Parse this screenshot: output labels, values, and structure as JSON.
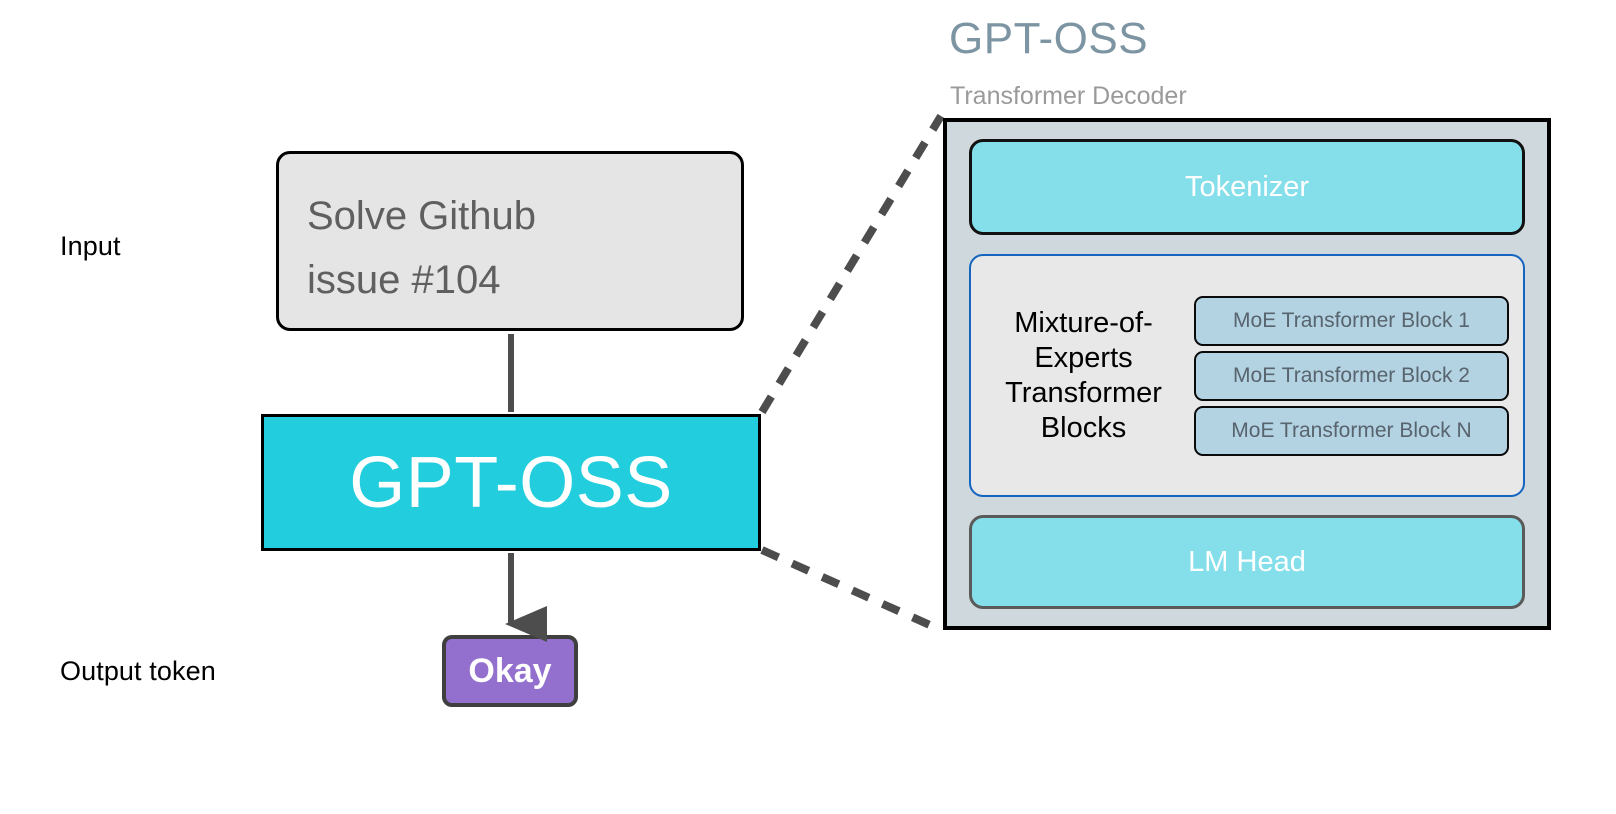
{
  "flow": {
    "input_label": "Input",
    "output_label": "Output token",
    "input_prompt_lines": [
      "Solve Github",
      "issue #104"
    ],
    "model_name": "GPT-OSS",
    "output_token": "Okay"
  },
  "detail": {
    "title": "GPT-OSS",
    "subtitle": "Transformer Decoder",
    "tokenizer_label": "Tokenizer",
    "moe_group_label": "Mixture-of-Experts Transformer Blocks",
    "moe_blocks": [
      "MoE Transformer Block 1",
      "MoE Transformer Block 2",
      "MoE Transformer Block N"
    ],
    "lm_head_label": "LM Head"
  },
  "colors": {
    "model_cyan": "#22CEDD",
    "stage_cyan": "#85DFEA",
    "panel_bg": "#CFD8DC",
    "moe_border_blue": "#1565C0",
    "moe_block_fill": "#B3D2E2",
    "output_purple": "#9370CE",
    "input_gray": "#E5E5E5",
    "title_slate": "#7D95A3",
    "connector_gray": "#4D4D4D"
  }
}
